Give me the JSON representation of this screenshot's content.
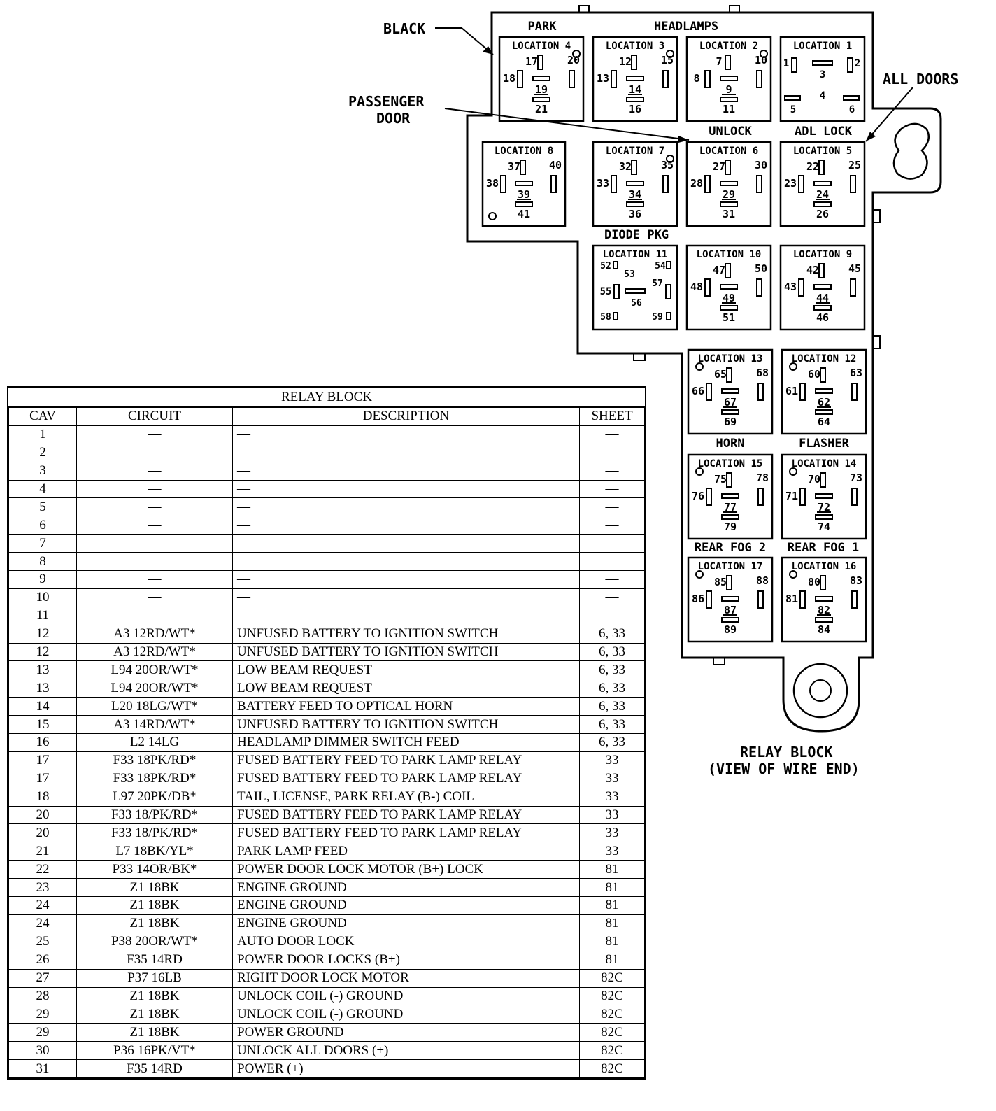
{
  "labels": {
    "black": "BLACK",
    "passenger_door_1": "PASSENGER",
    "passenger_door_2": "DOOR",
    "all_doors": "ALL DOORS",
    "caption_1": "RELAY BLOCK",
    "caption_2": "(VIEW OF WIRE END)"
  },
  "relays": [
    {
      "location": "LOCATION 4",
      "heading": "PARK",
      "pins": [
        "17",
        "18",
        "19",
        "20",
        "21"
      ],
      "dot": "top-right"
    },
    {
      "location": "LOCATION 3",
      "heading": "",
      "pins": [
        "12",
        "13",
        "14",
        "15",
        "16"
      ],
      "dot": "top-right"
    },
    {
      "location": "LOCATION 2",
      "heading": "",
      "pins": [
        "7",
        "8",
        "9",
        "10",
        "11"
      ],
      "dot": "top-right"
    },
    {
      "location": "LOCATION 1",
      "heading": "",
      "pins": [
        "2",
        "1",
        "3",
        "4",
        "5",
        "6"
      ],
      "dot": "none"
    },
    {
      "location": "LOCATION 8",
      "heading": "",
      "pins": [
        "37",
        "38",
        "39",
        "40",
        "41"
      ],
      "dot": "bottom-left"
    },
    {
      "location": "LOCATION 7",
      "heading": "",
      "pins": [
        "32",
        "33",
        "34",
        "35",
        "36"
      ],
      "dot": "top-right"
    },
    {
      "location": "LOCATION 6",
      "heading": "UNLOCK",
      "pins": [
        "27",
        "28",
        "29",
        "30",
        "31"
      ],
      "dot": "none"
    },
    {
      "location": "LOCATION 5",
      "heading": "ADL LOCK",
      "pins": [
        "22",
        "23",
        "24",
        "25",
        "26"
      ],
      "dot": "none"
    },
    {
      "location": "LOCATION 11",
      "heading": "DIODE PKG",
      "pins": [
        "52",
        "53",
        "54",
        "55",
        "56",
        "57",
        "58",
        "59"
      ],
      "dot": "none"
    },
    {
      "location": "LOCATION 10",
      "heading": "",
      "pins": [
        "47",
        "48",
        "49",
        "50",
        "51"
      ],
      "dot": "none"
    },
    {
      "location": "LOCATION 9",
      "heading": "",
      "pins": [
        "42",
        "43",
        "44",
        "45",
        "46"
      ],
      "dot": "none"
    },
    {
      "location": "LOCATION 13",
      "heading": "",
      "pins": [
        "65",
        "66",
        "67",
        "68",
        "69"
      ],
      "dot": "top-left"
    },
    {
      "location": "LOCATION 12",
      "heading": "",
      "pins": [
        "60",
        "61",
        "62",
        "63",
        "64"
      ],
      "dot": "top-left"
    },
    {
      "location": "LOCATION 15",
      "heading": "HORN",
      "pins": [
        "75",
        "76",
        "77",
        "78",
        "79"
      ],
      "dot": "top-left"
    },
    {
      "location": "LOCATION 14",
      "heading": "FLASHER",
      "pins": [
        "70",
        "71",
        "72",
        "73",
        "74"
      ],
      "dot": "top-left"
    },
    {
      "location": "LOCATION 17",
      "heading": "REAR FOG 2",
      "pins": [
        "85",
        "86",
        "87",
        "88",
        "89"
      ],
      "dot": "top-left"
    },
    {
      "location": "LOCATION 16",
      "heading": "REAR FOG 1",
      "pins": [
        "80",
        "81",
        "82",
        "83",
        "84"
      ],
      "dot": "top-left"
    }
  ],
  "extra_headings": {
    "headlamps": "HEADLAMPS"
  },
  "table": {
    "title": "RELAY BLOCK",
    "headers": {
      "cav": "CAV",
      "circuit": "CIRCUIT",
      "description": "DESCRIPTION",
      "sheet": "SHEET"
    },
    "rows": [
      {
        "cav": "1",
        "circuit": "—",
        "description": "—",
        "sheet": "—"
      },
      {
        "cav": "2",
        "circuit": "—",
        "description": "—",
        "sheet": "—"
      },
      {
        "cav": "3",
        "circuit": "—",
        "description": "—",
        "sheet": "—"
      },
      {
        "cav": "4",
        "circuit": "—",
        "description": "—",
        "sheet": "—"
      },
      {
        "cav": "5",
        "circuit": "—",
        "description": "—",
        "sheet": "—"
      },
      {
        "cav": "6",
        "circuit": "—",
        "description": "—",
        "sheet": "—"
      },
      {
        "cav": "7",
        "circuit": "—",
        "description": "—",
        "sheet": "—"
      },
      {
        "cav": "8",
        "circuit": "—",
        "description": "—",
        "sheet": "—"
      },
      {
        "cav": "9",
        "circuit": "—",
        "description": "—",
        "sheet": "—"
      },
      {
        "cav": "10",
        "circuit": "—",
        "description": "—",
        "sheet": "—"
      },
      {
        "cav": "11",
        "circuit": "—",
        "description": "—",
        "sheet": "—"
      },
      {
        "cav": "12",
        "circuit": "A3  12RD/WT*",
        "description": "UNFUSED BATTERY TO IGNITION SWITCH",
        "sheet": "6, 33"
      },
      {
        "cav": "12",
        "circuit": "A3  12RD/WT*",
        "description": "UNFUSED BATTERY TO IGNITION SWITCH",
        "sheet": "6, 33"
      },
      {
        "cav": "13",
        "circuit": "L94  20OR/WT*",
        "description": "LOW BEAM REQUEST",
        "sheet": "6, 33"
      },
      {
        "cav": "13",
        "circuit": "L94  20OR/WT*",
        "description": "LOW BEAM REQUEST",
        "sheet": "6, 33"
      },
      {
        "cav": "14",
        "circuit": "L20  18LG/WT*",
        "description": "BATTERY FEED TO OPTICAL HORN",
        "sheet": "6, 33"
      },
      {
        "cav": "15",
        "circuit": "A3  14RD/WT*",
        "description": "UNFUSED BATTERY TO IGNITION SWITCH",
        "sheet": "6, 33"
      },
      {
        "cav": "16",
        "circuit": "L2  14LG",
        "description": "HEADLAMP DIMMER SWITCH FEED",
        "sheet": "6, 33"
      },
      {
        "cav": "17",
        "circuit": "F33  18PK/RD*",
        "description": "FUSED BATTERY FEED TO PARK LAMP RELAY",
        "sheet": "33"
      },
      {
        "cav": "17",
        "circuit": "F33  18PK/RD*",
        "description": "FUSED BATTERY FEED TO PARK LAMP RELAY",
        "sheet": "33"
      },
      {
        "cav": "18",
        "circuit": "L97  20PK/DB*",
        "description": "TAIL, LICENSE, PARK RELAY (B-) COIL",
        "sheet": "33"
      },
      {
        "cav": "20",
        "circuit": "F33  18/PK/RD*",
        "description": "FUSED BATTERY FEED TO PARK LAMP RELAY",
        "sheet": "33"
      },
      {
        "cav": "20",
        "circuit": "F33  18/PK/RD*",
        "description": "FUSED BATTERY FEED TO PARK LAMP RELAY",
        "sheet": "33"
      },
      {
        "cav": "21",
        "circuit": "L7  18BK/YL*",
        "description": "PARK LAMP FEED",
        "sheet": "33"
      },
      {
        "cav": "22",
        "circuit": "P33  14OR/BK*",
        "description": "POWER DOOR LOCK MOTOR (B+) LOCK",
        "sheet": "81"
      },
      {
        "cav": "23",
        "circuit": "Z1  18BK",
        "description": "ENGINE GROUND",
        "sheet": "81"
      },
      {
        "cav": "24",
        "circuit": "Z1  18BK",
        "description": "ENGINE GROUND",
        "sheet": "81"
      },
      {
        "cav": "24",
        "circuit": "Z1  18BK",
        "description": "ENGINE GROUND",
        "sheet": "81"
      },
      {
        "cav": "25",
        "circuit": "P38  20OR/WT*",
        "description": "AUTO DOOR LOCK",
        "sheet": "81"
      },
      {
        "cav": "26",
        "circuit": "F35  14RD",
        "description": "POWER DOOR LOCKS (B+)",
        "sheet": "81"
      },
      {
        "cav": "27",
        "circuit": "P37  16LB",
        "description": "RIGHT DOOR LOCK MOTOR",
        "sheet": "82C"
      },
      {
        "cav": "28",
        "circuit": "Z1  18BK",
        "description": "UNLOCK COIL (-) GROUND",
        "sheet": "82C"
      },
      {
        "cav": "29",
        "circuit": "Z1  18BK",
        "description": "UNLOCK COIL (-) GROUND",
        "sheet": "82C"
      },
      {
        "cav": "29",
        "circuit": "Z1  18BK",
        "description": "POWER GROUND",
        "sheet": "82C"
      },
      {
        "cav": "30",
        "circuit": "P36  16PK/VT*",
        "description": "UNLOCK ALL DOORS (+)",
        "sheet": "82C"
      },
      {
        "cav": "31",
        "circuit": "F35  14RD",
        "description": "POWER (+)",
        "sheet": "82C"
      }
    ]
  }
}
